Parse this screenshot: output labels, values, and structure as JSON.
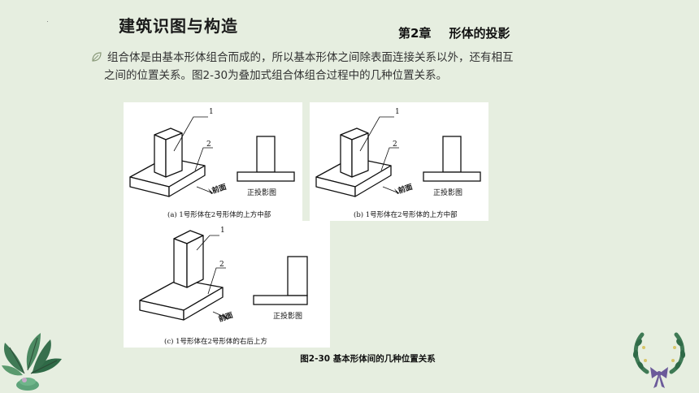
{
  "header": {
    "course_title": "建筑识图与构造",
    "chapter_num": "第2章",
    "chapter_name": "形体的投影"
  },
  "intro": {
    "line1": "组合体是由基本形体组合而成的，所以基本形体之间除表面连接关系以外，还有相互",
    "line2": "之间的位置关系。图2-30为叠加式组合体组合过程中的几种位置关系。"
  },
  "figures": [
    {
      "label_1": "1",
      "label_2": "2",
      "front_label": "前面",
      "view_label": "正投影图",
      "caption": "(a) 1号形体在2号形体的上方中部"
    },
    {
      "label_1": "1",
      "label_2": "2",
      "front_label": "前面",
      "view_label": "正投影图",
      "caption": "(b) 1号形体在2号形体的上方中部"
    },
    {
      "label_1": "1",
      "label_2": "2",
      "front_label": "前面",
      "view_label": "正投影图",
      "caption": "(c) 1号形体在2号形体的右后上方"
    }
  ],
  "figure_caption": "图2-30 基本形体间的几种位置关系",
  "colors": {
    "background": "#e6eee0",
    "panel": "#ffffff",
    "leaf_green": "#3f7a55",
    "ribbon_purple": "#6b5a9a"
  },
  "icons": [
    "leaf-bullet-icon",
    "foliage-decoration-icon",
    "wreath-decoration-icon"
  ]
}
